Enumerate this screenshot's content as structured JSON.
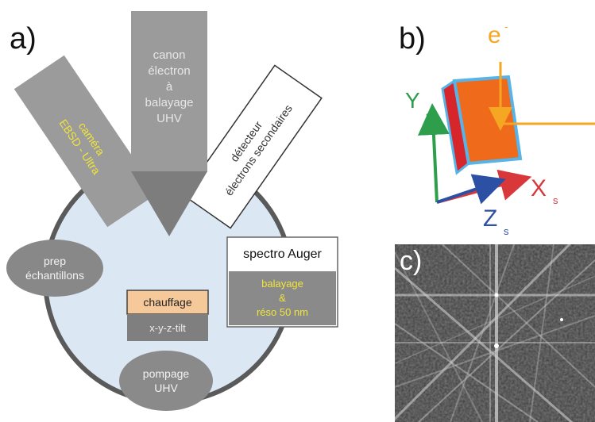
{
  "panel_a": {
    "label": "a)",
    "gun": [
      "canon",
      "électron",
      "à",
      "balayage",
      "UHV"
    ],
    "camera": [
      "caméra",
      "EBSD - Ultra"
    ],
    "detector": [
      "détecteur",
      "électrons secondaires"
    ],
    "prep": [
      "prep",
      "échantillons"
    ],
    "auger_title": "spectro Auger",
    "auger_sub": [
      "balayage",
      "&",
      "réso 50 nm"
    ],
    "heating": "chauffage",
    "stage": "x-y-z-tilt",
    "pump": [
      "pompage",
      "UHV"
    ]
  },
  "panel_b": {
    "label": "b)",
    "electron": "e",
    "electron_sup": "-",
    "axis_y": "Y",
    "axis_x": "X",
    "axis_z": "Z",
    "axis_sub": "s"
  },
  "panel_c": {
    "label": "c)"
  },
  "colors": {
    "chamber_fill": "#dbe7f3",
    "chamber_stroke": "#5a5a5a",
    "gray_block": "#9b9b9b",
    "dark_gray": "#7d7d7d",
    "orange": "#f5a623",
    "sample_orange": "#ef6a1a",
    "sample_red": "#d7262b",
    "sample_edge": "#56b4e8",
    "axis_green": "#2e9e4d",
    "axis_red": "#d9383b",
    "axis_blue": "#2c50a3",
    "heating_fill": "#f6c99a"
  }
}
